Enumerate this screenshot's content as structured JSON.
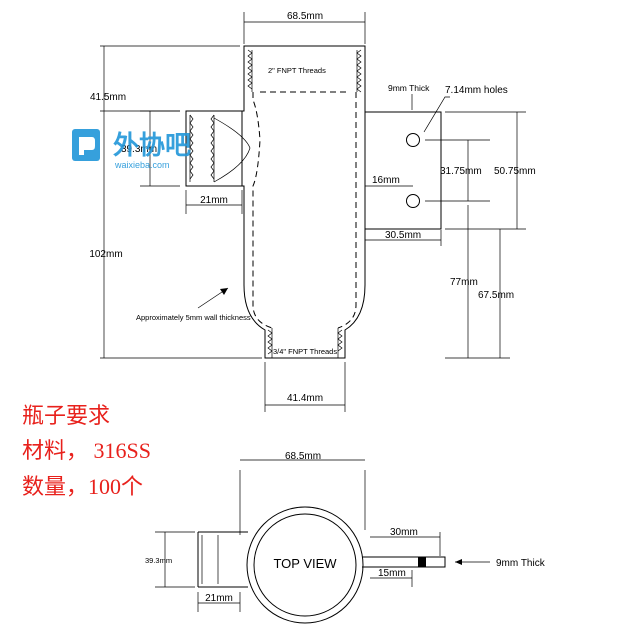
{
  "dims": {
    "top_width": "68.5mm",
    "height_415": "41.5mm",
    "height_102": "102mm",
    "side_39": "39.3mm",
    "side_21": "21mm",
    "bottom_414": "41.4mm",
    "thick_9": "9mm Thick",
    "holes": "7.14mm holes",
    "d_16": "16mm",
    "d_3175": "31.75mm",
    "d_5075": "50.75mm",
    "d_305": "30.5mm",
    "d_77": "77mm",
    "d_675": "67.5mm",
    "tv_width": "68.5mm",
    "tv_30": "30mm",
    "tv_15": "15mm",
    "tv_393": "39.3mm",
    "tv_21": "21mm",
    "tv_thick": "9mm Thick"
  },
  "labels": {
    "fnpt_top": "2\" FNPT Threads",
    "fnpt_bottom": "3/4\" FNPT Threads",
    "wall": "Approximately 5mm wall thickness",
    "top_view": "TOP VIEW"
  },
  "requirements": {
    "line1": "瓶子要求",
    "line2": "材料，  316SS",
    "line3": "数量，100个"
  },
  "watermark": {
    "brand": "外协吧",
    "url": "waixieba.com",
    "color": "#2196d9"
  },
  "colors": {
    "requirements_text": "#e8211c",
    "lines": "#000000"
  }
}
